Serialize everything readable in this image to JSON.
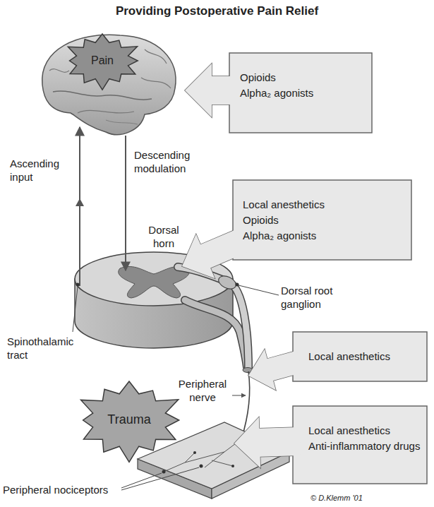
{
  "diagram": {
    "title": "Providing Postoperative Pain Relief",
    "nodes": [
      {
        "text": [
          "Pain"
        ]
      },
      {
        "text": [
          "Opioids",
          "Alpha₂ agonists"
        ]
      },
      {
        "text": [
          "Local anesthetics",
          "Opioids",
          "Alpha₂ agonists"
        ]
      },
      {
        "text": [
          "Local anesthetics"
        ]
      },
      {
        "text": [
          "Trauma"
        ]
      },
      {
        "text": [
          "Local anesthetics",
          "Anti-inflammatory drugs"
        ]
      }
    ],
    "labels": [
      "Ascending input",
      "Descending modulation",
      "Dorsal horn",
      "Dorsal root ganglion",
      "Spinothalamic tract",
      "Peripheral nerve",
      "Peripheral nociceptors",
      "© D.Klemm '01"
    ]
  }
}
